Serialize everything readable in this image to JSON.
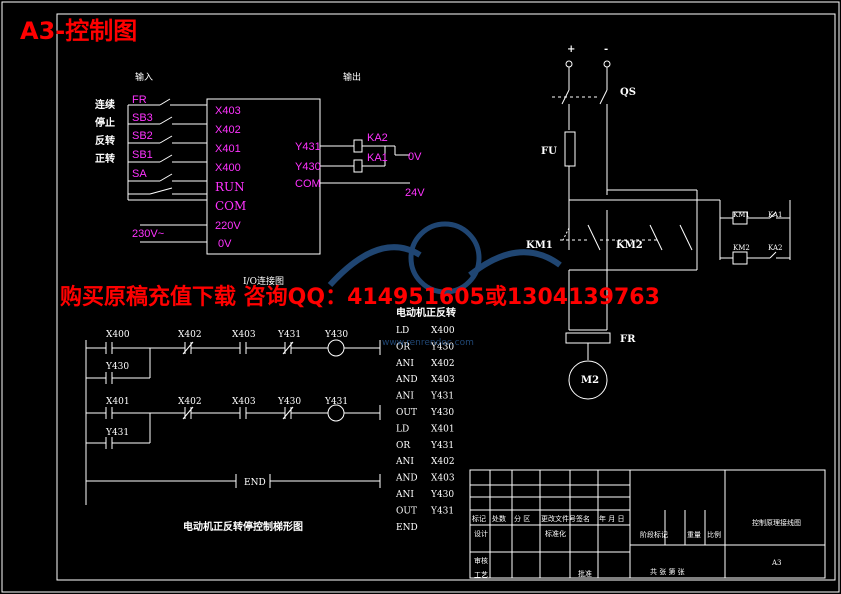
{
  "sheet": {
    "title": "A3-控制图",
    "watermark": "购买原稿充值下载 咨询QQ：414951605或1304139763",
    "logo_text": "www.renrendoc.com"
  },
  "plc": {
    "inputs_header": "输入",
    "outputs_header": "输出",
    "side_labels": [
      "连续",
      "停止",
      "反转",
      "正转"
    ],
    "switches": [
      "FR",
      "SB3",
      "SB2",
      "SB1",
      "SA"
    ],
    "inputs": [
      "X403",
      "X402",
      "X401",
      "X400",
      "RUN",
      "COM",
      "220V",
      "0V"
    ],
    "outputs": [
      "Y431",
      "Y430",
      "COM"
    ],
    "relays": [
      "KA2",
      "KA1"
    ],
    "out_supply": [
      "0V",
      "24V"
    ],
    "supply": "230V~",
    "caption": "I/O连接图"
  },
  "ladder": {
    "rung1": {
      "contacts": [
        "X400",
        "X402",
        "X403",
        "Y431"
      ],
      "coil": "Y430",
      "parallel": "Y430"
    },
    "rung2": {
      "contacts": [
        "X401",
        "X402",
        "X403",
        "Y430"
      ],
      "coil": "Y431",
      "parallel": "Y431"
    },
    "end": "END",
    "caption": "电动机正反转停控制梯形图"
  },
  "instructions": {
    "title": "电动机正反转",
    "rows": [
      [
        "LD",
        "X400"
      ],
      [
        "OR",
        "Y430"
      ],
      [
        "ANI",
        "X402"
      ],
      [
        "AND",
        "X403"
      ],
      [
        "ANI",
        "Y431"
      ],
      [
        "OUT",
        "Y430"
      ],
      [
        "LD",
        "X401"
      ],
      [
        "OR",
        "Y431"
      ],
      [
        "ANI",
        "X402"
      ],
      [
        "AND",
        "X403"
      ],
      [
        "ANI",
        "Y430"
      ],
      [
        "OUT",
        "Y431"
      ],
      [
        "END",
        ""
      ]
    ]
  },
  "power": {
    "plus": "+",
    "minus": "-",
    "qs": "QS",
    "fu": "FU",
    "km1": "KM1",
    "km2": "KM2",
    "fr": "FR",
    "motor": "M2",
    "coil_labels": [
      "KM1",
      "KM2"
    ],
    "contact_labels": [
      "KA1",
      "KA2"
    ]
  },
  "title_block": {
    "drawing_name": "控制原理接线图",
    "size": "A3",
    "row_labels": [
      "标记",
      "处数",
      "分 区",
      "更改文件号",
      "签名",
      "年 月 日"
    ],
    "design": "设计",
    "standardization": "标准化",
    "stage_mark": "阶段标记",
    "weight": "重量",
    "scale": "比例",
    "review": "审核",
    "process": "工艺",
    "approve": "批准",
    "sheets": "共  张  第  张"
  }
}
